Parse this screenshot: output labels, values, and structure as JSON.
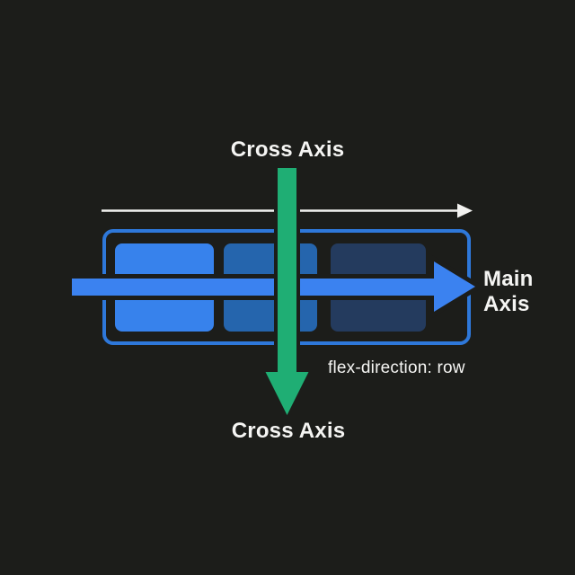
{
  "diagram": {
    "cross_axis_label_top": "Cross Axis",
    "cross_axis_label_bottom": "Cross Axis",
    "main_axis_label_line1": "Main",
    "main_axis_label_line2": "Axis",
    "code_label": "flex-direction: row",
    "items": [
      {
        "name": "flex-item-1",
        "color": "#3782ec"
      },
      {
        "name": "flex-item-2",
        "color": "#2565ad"
      },
      {
        "name": "flex-item-3",
        "color": "#243b5e"
      }
    ],
    "colors": {
      "background": "#1c1d1a",
      "container_border": "#2e78da",
      "main_axis_arrow": "#3b82f0",
      "cross_axis_arrow": "#1fae74",
      "direction_arrow": "#f2f2f0",
      "text": "#f5f5f3"
    }
  }
}
